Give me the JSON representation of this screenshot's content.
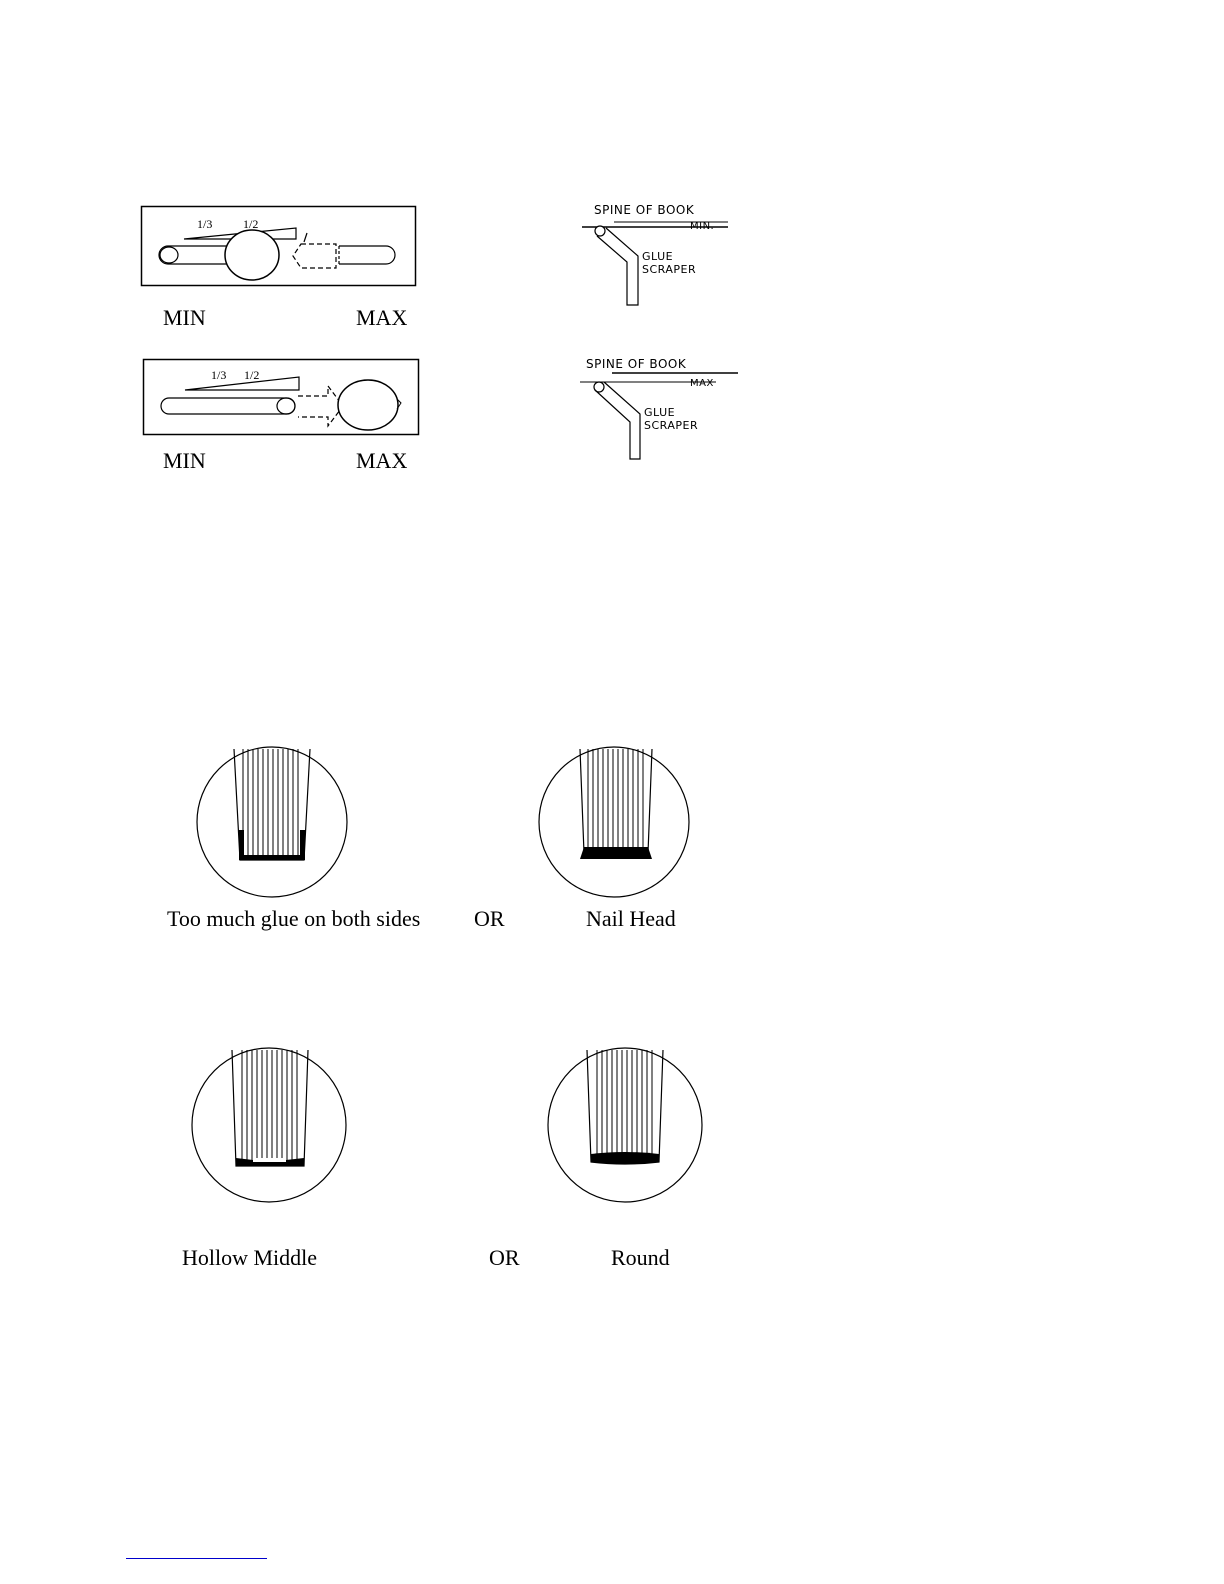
{
  "dial_min": {
    "frac_third": "1/3",
    "frac_half": "1/2",
    "min_label": "MIN",
    "max_label": "MAX"
  },
  "dial_max": {
    "frac_third": "1/3",
    "frac_half": "1/2",
    "min_label": "MIN",
    "max_label": "MAX"
  },
  "scraper_min": {
    "spine_label": "SPINE OF BOOK",
    "level_label": "MIN.",
    "glue_label": "GLUE",
    "scraper_label": "SCRAPER"
  },
  "scraper_max": {
    "spine_label": "SPINE OF BOOK",
    "level_label": "MAX",
    "glue_label": "GLUE",
    "scraper_label": "SCRAPER"
  },
  "spine_row_1": {
    "left_caption": "Too much glue on both sides",
    "or_label": "OR",
    "right_caption": "Nail Head"
  },
  "spine_row_2": {
    "left_caption": "Hollow Middle",
    "or_label": "OR",
    "right_caption": "Round"
  }
}
